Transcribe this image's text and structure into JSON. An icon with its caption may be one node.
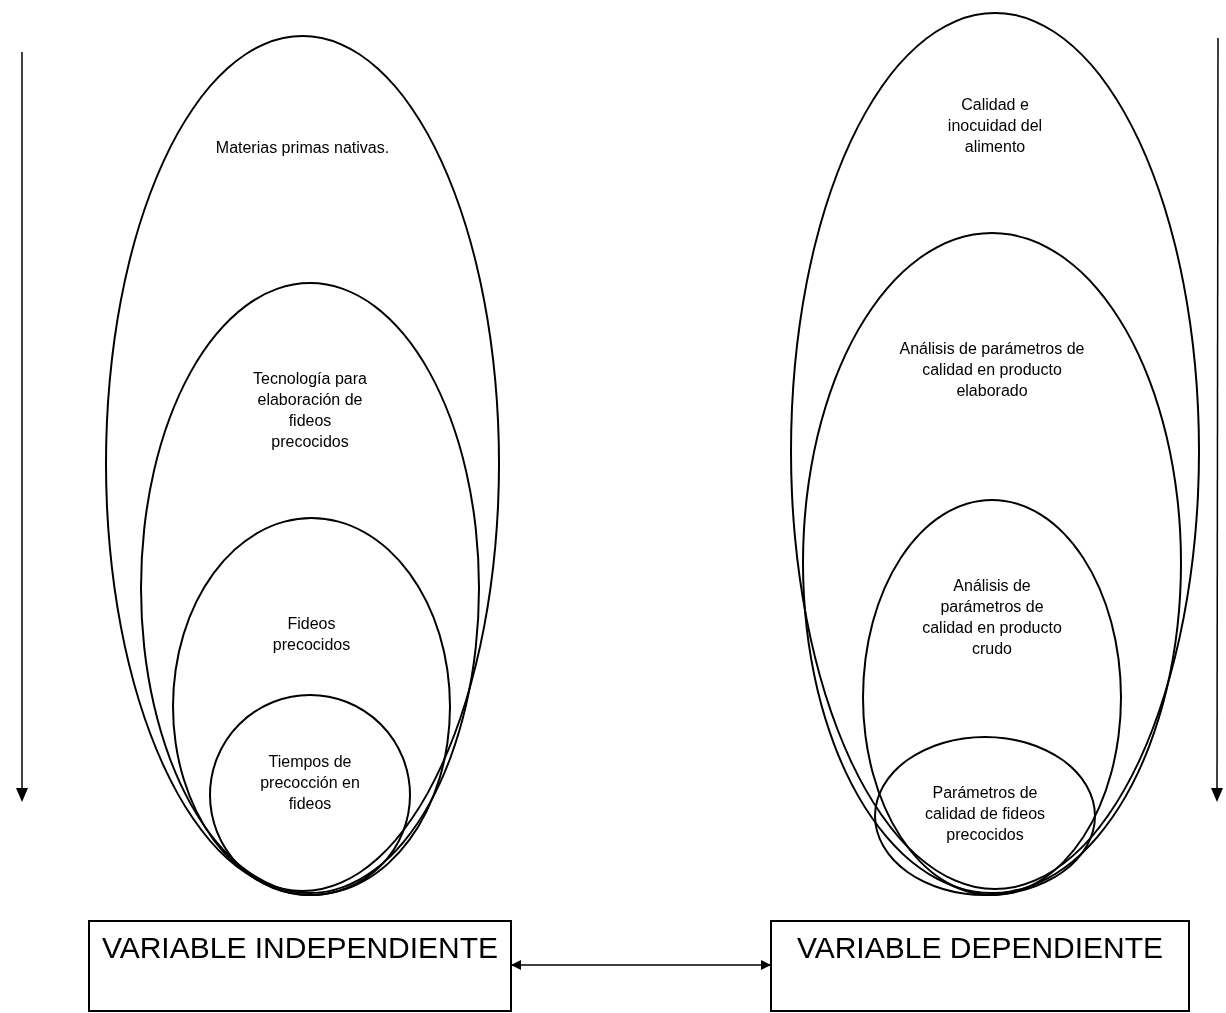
{
  "diagram": {
    "nodes": [
      {
        "text": [
          "Materias primas nativas."
        ]
      },
      {
        "text": [
          "Tecnología para elaboración de fideos precocidos"
        ],
        "in": 0
      },
      {
        "text": [
          "Fideos precocidos"
        ],
        "in": 1
      },
      {
        "text": [
          "Tiempos de precocción en fideos"
        ],
        "in": 2
      },
      {
        "text": [
          "VARIABLE INDEPENDIENTE"
        ]
      },
      {
        "text": [
          "Calidad e inocuidad del alimento"
        ]
      },
      {
        "text": [
          "Análisis de parámetros de calidad en producto elaborado"
        ],
        "in": 5
      },
      {
        "text": [
          "Análisis de parámetros de calidad en producto crudo"
        ],
        "in": 6
      },
      {
        "text": [
          "Parámetros de calidad de fideos precocidos"
        ],
        "in": 7
      },
      {
        "text": [
          "VARIABLE DEPENDIENTE"
        ]
      }
    ],
    "edges": [
      {
        "from": 4,
        "to": 9,
        "arrow": "both"
      }
    ]
  }
}
